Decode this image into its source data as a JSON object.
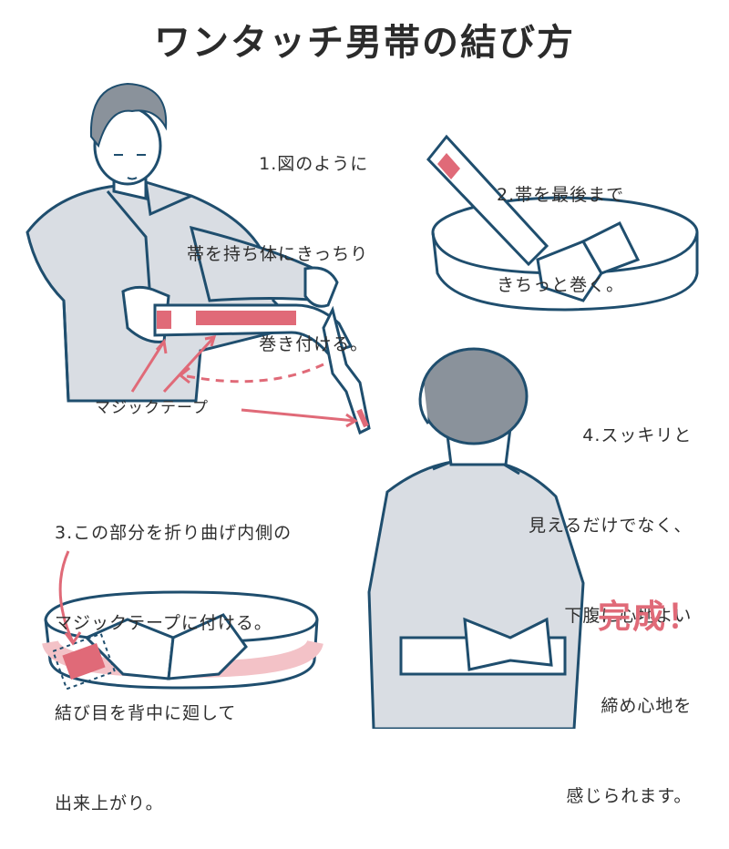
{
  "title": "ワンタッチ男帯の結び方",
  "steps": [
    {
      "lines": [
        "1.図のように",
        "帯を持ち体にきっちり",
        "巻き付ける。"
      ]
    },
    {
      "lines": [
        "2.帯を最後まで",
        "きちっと巻く。"
      ]
    },
    {
      "lines": [
        "3.この部分を折り曲げ内側の",
        "マジックテープに付ける。",
        "結び目を背中に廻して",
        "出来上がり。"
      ]
    },
    {
      "lines": [
        "4.スッキリと",
        "見えるだけでなく、",
        "下腹に心地よい",
        "締め心地を",
        "感じられます。"
      ]
    }
  ],
  "tape_label": "マジックテープ",
  "done_label": "完成！",
  "colors": {
    "navy": "#1f4e6e",
    "kimono_fill": "#d9dde3",
    "pink": "#e06a78",
    "pink_light": "#f3c2c7",
    "hair": "#8a929b",
    "text": "#2f2f2f"
  }
}
